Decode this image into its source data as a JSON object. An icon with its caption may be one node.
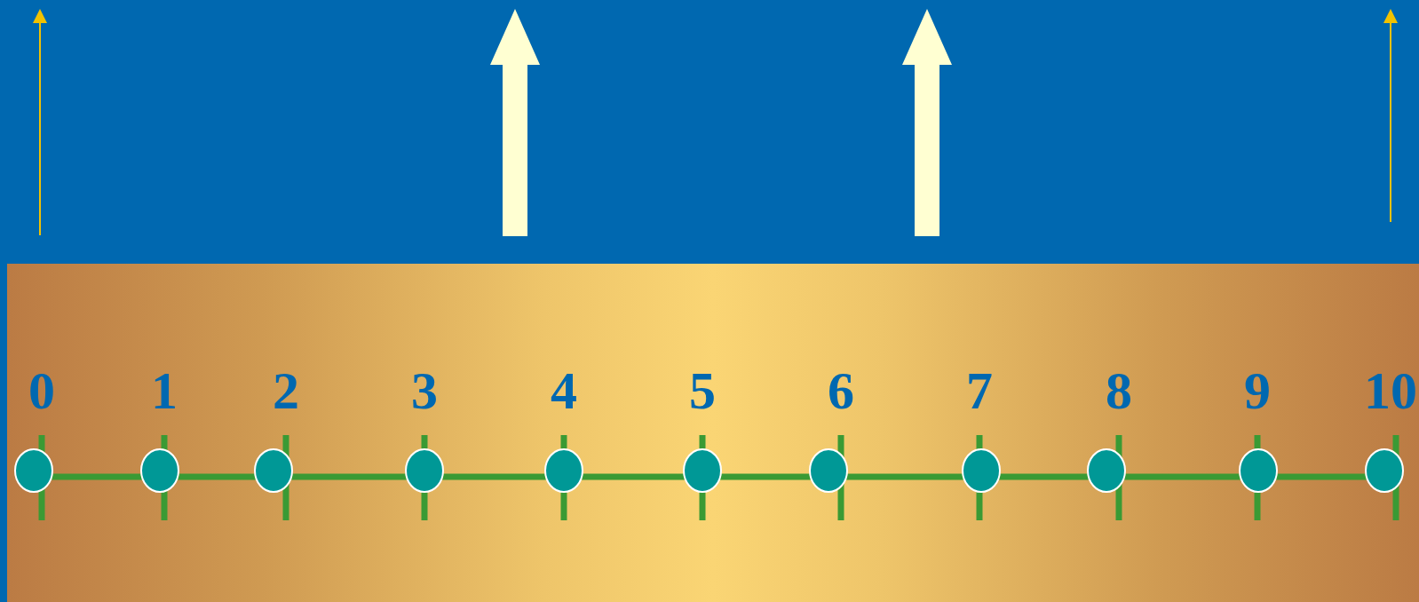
{
  "diagram": {
    "labels": [
      "0",
      "1",
      "2",
      "3",
      "4",
      "5",
      "6",
      "7",
      "8",
      "9",
      "10"
    ]
  }
}
